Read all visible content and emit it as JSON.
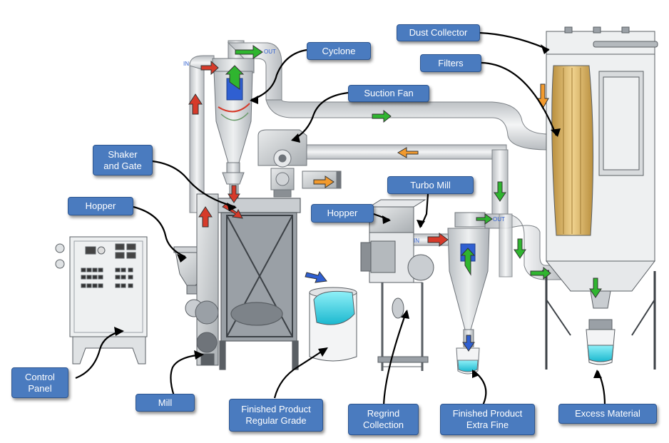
{
  "labels": {
    "dust_collector": "Dust Collector",
    "cyclone": "Cyclone",
    "filters": "Filters",
    "suction_fan": "Suction Fan",
    "shaker_gate": "Shaker\nand Gate",
    "hopper_left": "Hopper",
    "turbo_mill": "Turbo Mill",
    "hopper_right": "Hopper",
    "control_panel": "Control\nPanel",
    "mill": "Mill",
    "finished_regular": "Finished Product\nRegular Grade",
    "regrind": "Regrind\nCollection",
    "finished_extra_fine": "Finished Product\nExtra Fine",
    "excess_material": "Excess Material"
  },
  "flow_tags": {
    "cyclone_in": "IN",
    "cyclone_out": "OUT",
    "small_cyclone_in": "IN",
    "small_cyclone_out": "OUT"
  },
  "colors": {
    "callout_fill": "#4a7bbf",
    "callout_border": "#2c5590",
    "equipment_gray": "#cfd3d6",
    "pipe_gray": "#e4e6e8",
    "product_cyan": "#38d6e6",
    "filter_tan": "#d9b56a",
    "arrow_green": "#2fb52f",
    "arrow_red": "#d63a2a",
    "arrow_orange": "#f29a2e",
    "arrow_blue": "#2f5fd1"
  }
}
